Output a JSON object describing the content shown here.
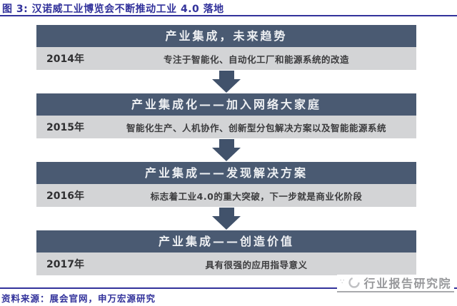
{
  "title": {
    "label": "图 3: 汉诺威工业博览会不断推动工业 4.0 落地"
  },
  "colors": {
    "accent": "#32329b",
    "header_bg": "#4a5a72",
    "body_bg": "#d3d4d6",
    "arrow": "#41526b",
    "watermark": "#97989b"
  },
  "flow": {
    "steps": [
      {
        "year": "2014年",
        "header": "产业集成，未来趋势",
        "desc": "专注于智能化、自动化工厂和能源系统的改造"
      },
      {
        "year": "2015年",
        "header": "产业集成化——加入网络大家庭",
        "desc": "智能化生产、人机协作、创新型分包解决方案以及智能能源系统"
      },
      {
        "year": "2016年",
        "header": "产业集成——发现解决方案",
        "desc": "标志着工业4.0的重大突破，下一步就是商业化阶段"
      },
      {
        "year": "2017年",
        "header": "产业集成——创造价值",
        "desc": "具有很强的应用指导意义"
      }
    ]
  },
  "watermark": {
    "dots": "∵",
    "label": "行业报告研究院"
  },
  "footer": {
    "source": "资料来源：展会官网，申万宏源研究"
  }
}
